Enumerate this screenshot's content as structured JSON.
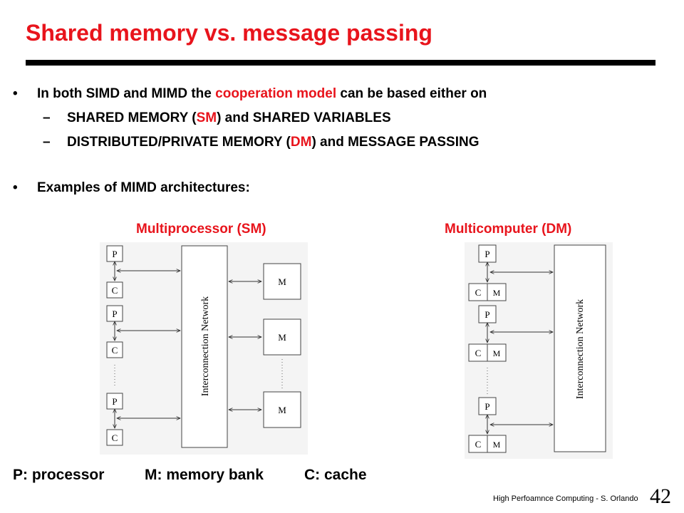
{
  "slide": {
    "title": "Shared memory vs. message passing",
    "bullet1": {
      "marker": "•",
      "before": "In both SIMD and MIMD the ",
      "highlight": "cooperation model",
      "after": " can be based either on"
    },
    "sub1": {
      "dash": "–",
      "before": "SHARED MEMORY (",
      "highlight": "SM",
      "after": ") and SHARED VARIABLES"
    },
    "sub2": {
      "dash": "–",
      "before": "DISTRIBUTED/PRIVATE MEMORY (",
      "highlight": "DM",
      "after": ") and MESSAGE PASSING"
    },
    "bullet2": {
      "marker": "•",
      "text": "Examples of MIMD architectures:"
    },
    "caption_left": "Multiprocessor (SM)",
    "caption_right": "Multicomputer (DM)",
    "legend": {
      "p": "P: processor",
      "m": "M: memory bank",
      "c": "C: cache"
    },
    "footer": "High Perfoamnce Computing - S. Orlando",
    "page_number": "42"
  },
  "diagram_left": {
    "network_label": "Interconnection Network",
    "processor_label": "P",
    "cache_label": "C",
    "memory_label": "M"
  },
  "diagram_right": {
    "network_label": "Interconnection Network",
    "processor_label": "P",
    "cache_label": "C",
    "memory_label": "M"
  },
  "colors": {
    "accent": "#e8141c",
    "text": "#000000",
    "diagram_bg": "#f4f4f4"
  }
}
